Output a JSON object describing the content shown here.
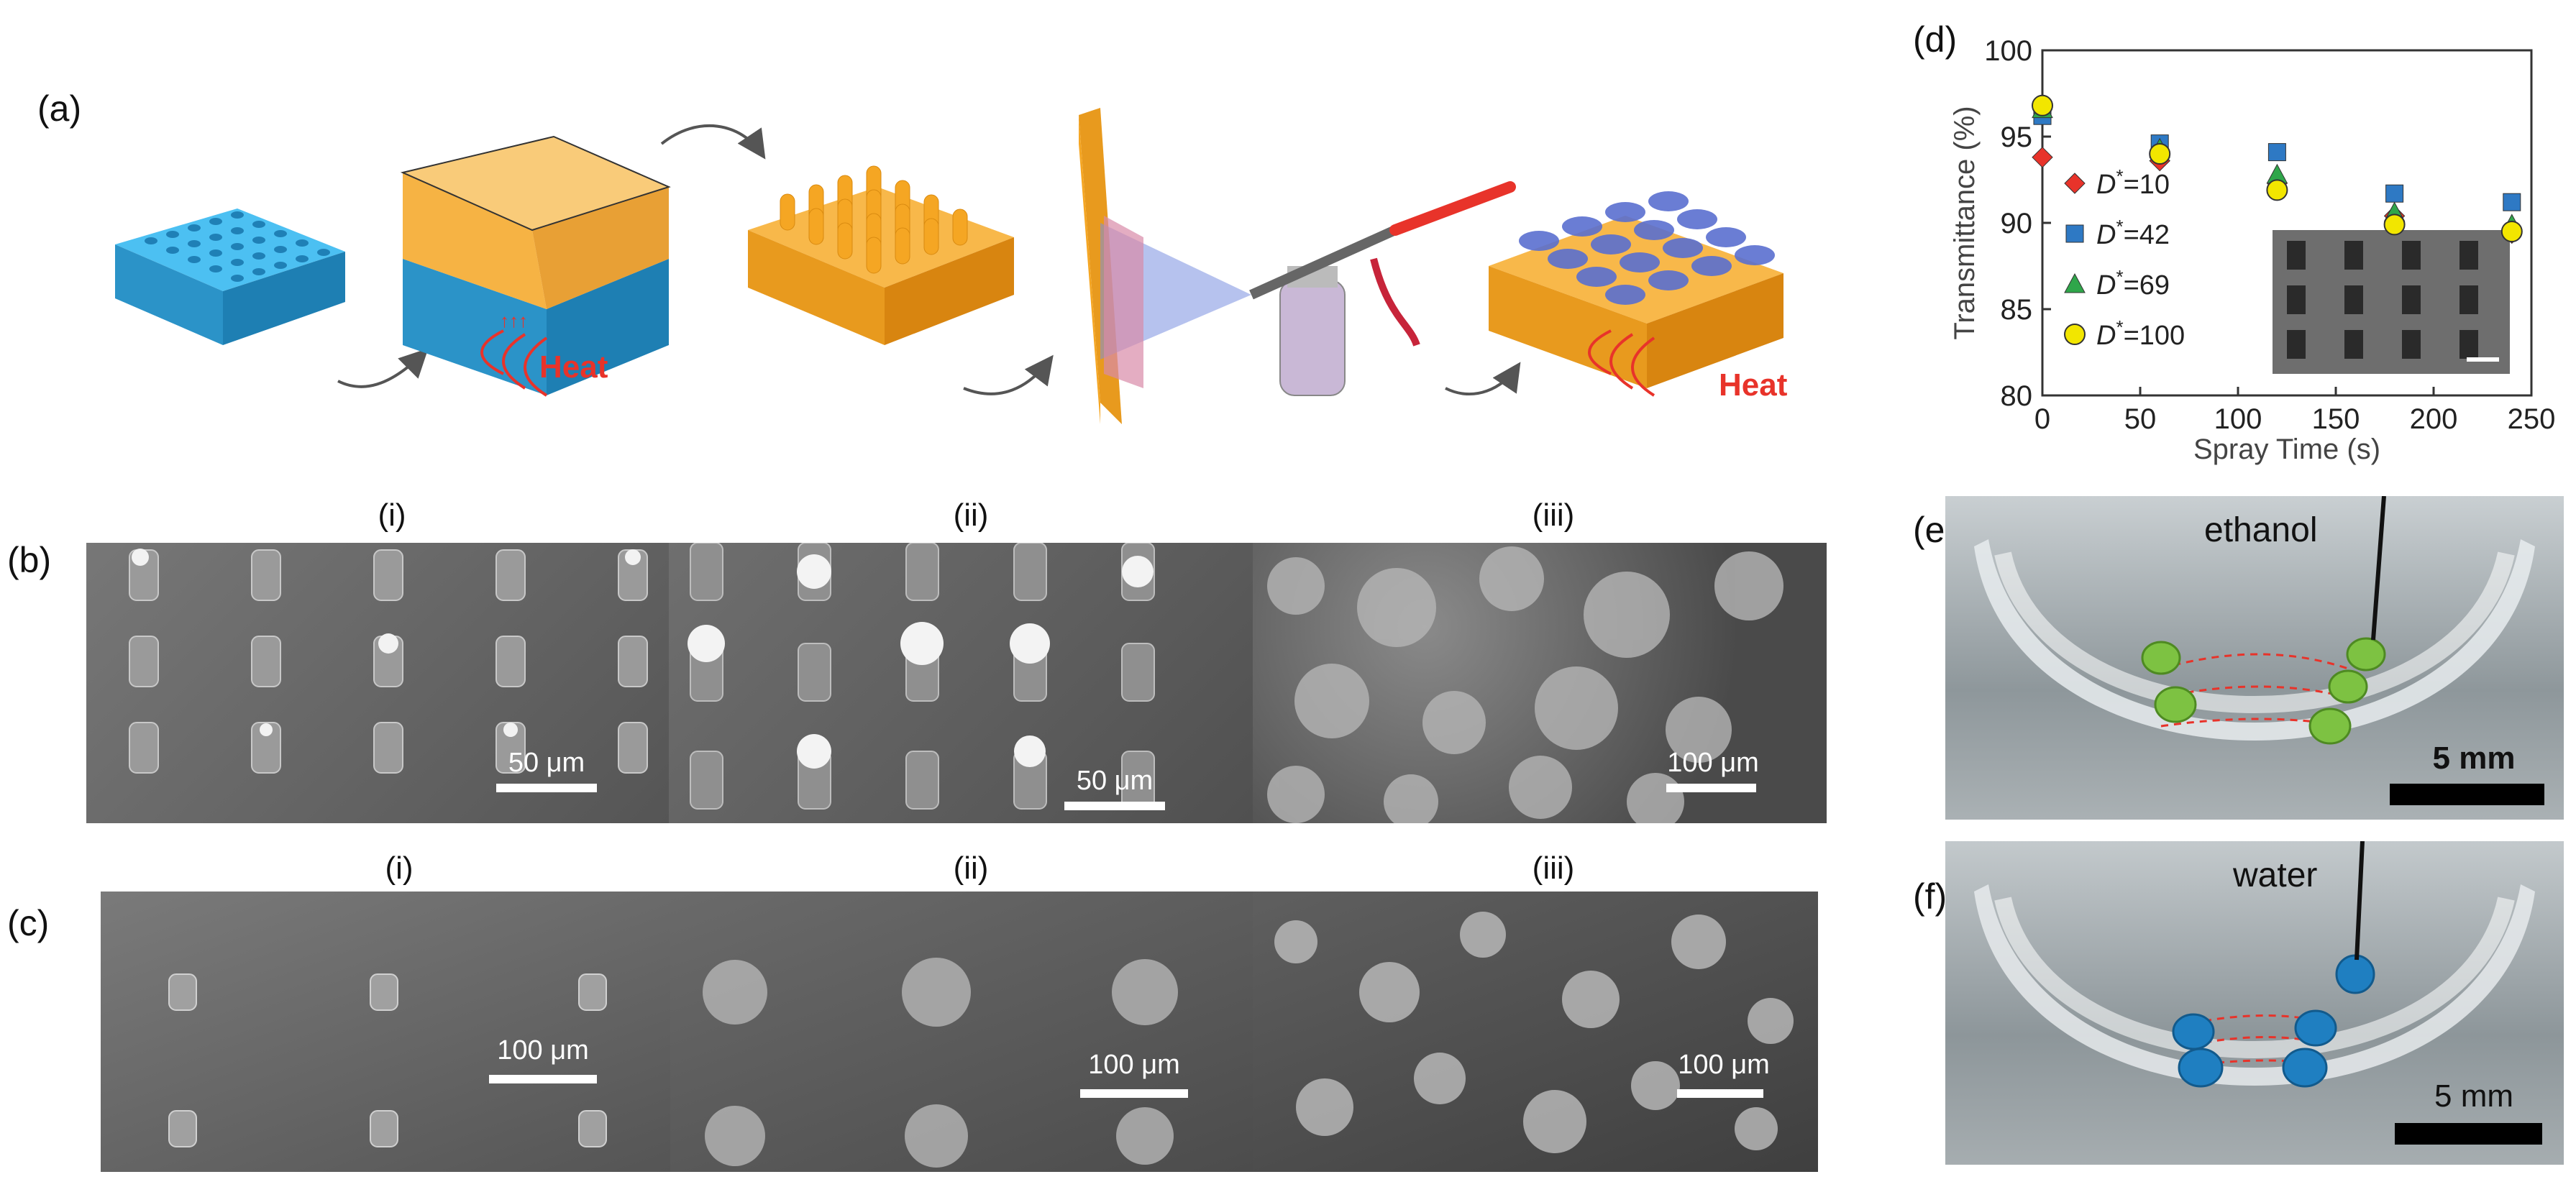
{
  "panels": {
    "a": {
      "label": "(a)",
      "heat1": "Heat",
      "heat2": "Heat"
    },
    "b": {
      "label": "(b)",
      "sub": [
        "(i)",
        "(ii)",
        "(iii)"
      ],
      "scalebars": [
        "50 μm",
        "50 μm",
        "100 μm"
      ]
    },
    "c": {
      "label": "(c)",
      "sub": [
        "(i)",
        "(ii)",
        "(iii)"
      ],
      "scalebars": [
        "100 μm",
        "100 μm",
        "100 μm"
      ]
    },
    "d": {
      "label": "(d)"
    },
    "e": {
      "label": "(e)",
      "liquid": "ethanol",
      "scalebar": "5 mm"
    },
    "f": {
      "label": "(f)",
      "liquid": "water",
      "scalebar": "5 mm"
    }
  },
  "colors": {
    "mold_blue": "#29a9e6",
    "pdms_orange": "#f5a623",
    "heat_red": "#e8332a",
    "green_drop": "#7dc242",
    "blue_drop": "#1f7fc1"
  },
  "chart_data": {
    "type": "scatter",
    "title": "",
    "xlabel": "Spray Time (s)",
    "ylabel": "Transmittance (%)",
    "xlim": [
      0,
      250
    ],
    "ylim": [
      80,
      100
    ],
    "xticks": [
      0,
      50,
      100,
      150,
      200,
      250
    ],
    "yticks": [
      80,
      85,
      90,
      95,
      100
    ],
    "legend_position": "left",
    "series": [
      {
        "name": "D*=10",
        "sup_base": "D",
        "sup": "*",
        "rest": "=10",
        "marker": "diamond",
        "color": "#e8332a",
        "x": [
          0,
          60,
          120,
          180,
          240
        ],
        "y": [
          93.8,
          93.6,
          92.3,
          90.4,
          89.4
        ]
      },
      {
        "name": "D*=42",
        "sup_base": "D",
        "sup": "*",
        "rest": "=42",
        "marker": "square",
        "color": "#2e79c4",
        "x": [
          0,
          60,
          120,
          180,
          240
        ],
        "y": [
          96.2,
          94.6,
          94.1,
          91.7,
          91.2
        ]
      },
      {
        "name": "D*=69",
        "sup_base": "D",
        "sup": "*",
        "rest": "=69",
        "marker": "triangle",
        "color": "#2fa64a",
        "x": [
          0,
          60,
          120,
          180,
          240
        ],
        "y": [
          96.6,
          94.3,
          92.8,
          90.6,
          89.9
        ]
      },
      {
        "name": "D*=100",
        "sup_base": "D",
        "sup": "*",
        "rest": "=100",
        "marker": "circle",
        "color": "#f2e600",
        "x": [
          0,
          60,
          120,
          180,
          240
        ],
        "y": [
          96.8,
          94.0,
          91.9,
          89.9,
          89.5
        ]
      }
    ]
  }
}
